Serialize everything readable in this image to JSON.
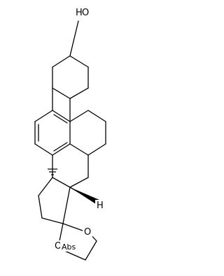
{
  "structure": {
    "labels": {
      "hydroxyl_h": "H",
      "hydroxyl_o": "O",
      "ring_oxygen_left": "O",
      "ring_oxygen_right": "O",
      "methyl": "H",
      "stereo_flag": "Abs"
    }
  }
}
